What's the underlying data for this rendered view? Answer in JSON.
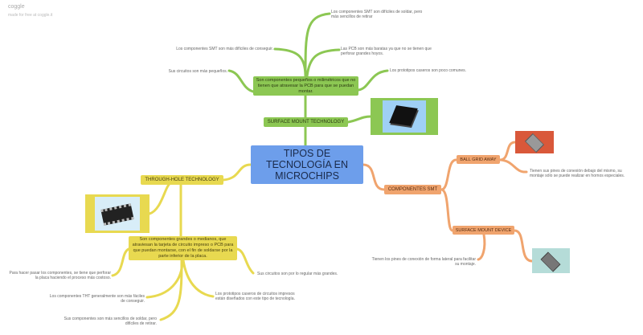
{
  "app": {
    "logo": "coggle",
    "tagline": "made for free at coggle.it"
  },
  "central": {
    "title": "TIPOS DE TECNOLOGÍA EN MICROCHIPS",
    "color": "#6d9eeb"
  },
  "smt_tech": {
    "label": "SURFACE MOUNT TECHNOLOGY",
    "description": "Son componentes pequeños o milimétricos que no tienen que atravesar la PCB para que se puedan montar.",
    "notes": [
      "Los componentes SMT son difíciles de soldar, pero más sencillos de retirar",
      "Los componentes SMT son más difíciles de conseguir.",
      "Las PCB son más baratas ya que no se tienen que perforar grandes hoyos.",
      "Sus circuitos son más pequeños.",
      "Los prototipos caseros son poco comunes."
    ],
    "color": "#8cc753"
  },
  "tht": {
    "label": "THROUGH-HOLE TECHNOLOGY",
    "description": "Son componentes grandes o medianos, que atraviesan la tarjeta de circuito impreso o PCB para que puedan montarse, con el fin de soldarse por la parte inferior de la placa.",
    "notes": [
      "Para hacer pasar los componentes, se tiene que perforar la placa haciendo el proceso más costoso.",
      "Sus circuitos son por lo regular más grandes.",
      "Los componentes THT generalmente son más fáciles de conseguir.",
      "Los prototipos caseros de circuitos impresos están diseñados con este tipo de tecnología.",
      "Sus componentes son más sencillos de soldar, pero difíciles de retirar."
    ],
    "color": "#e8d950"
  },
  "smt_components": {
    "label": "COMPONENTES SMT",
    "bga": {
      "label": "BALL GRID AWAY",
      "note": "Tienen sus pines de conexión debajo del mismo, su montaje sólo se puede realizar en hornos especiales."
    },
    "smd": {
      "label": "SURFACE MOUNT DEVICE",
      "note": "Tienen los pines de conexión de forma lateral para facilitar su montaje."
    },
    "color": "#f0a46e"
  }
}
